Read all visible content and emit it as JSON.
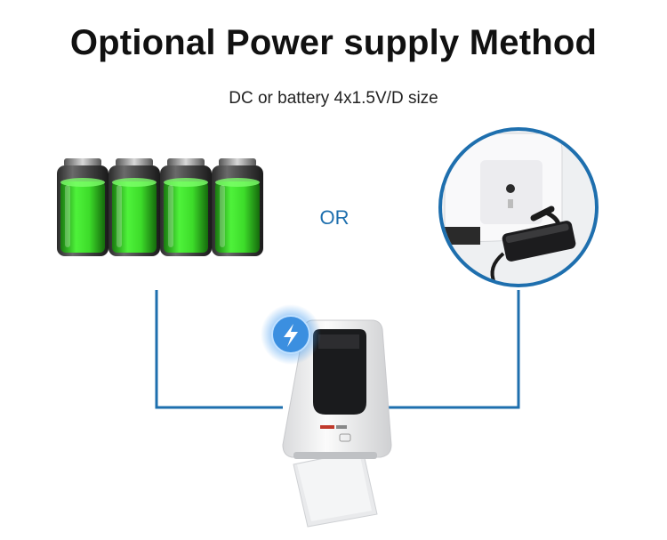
{
  "header": {
    "title": "Optional Power supply Method",
    "subtitle": "DC or battery 4x1.5V/D size"
  },
  "separator_label": "OR",
  "colors": {
    "connector_line": "#1e6fae",
    "battery_green": "#3ddc2a",
    "badge_blue": "#3b8fe0"
  },
  "icons": {
    "badge": "lightning-bolt-icon"
  }
}
